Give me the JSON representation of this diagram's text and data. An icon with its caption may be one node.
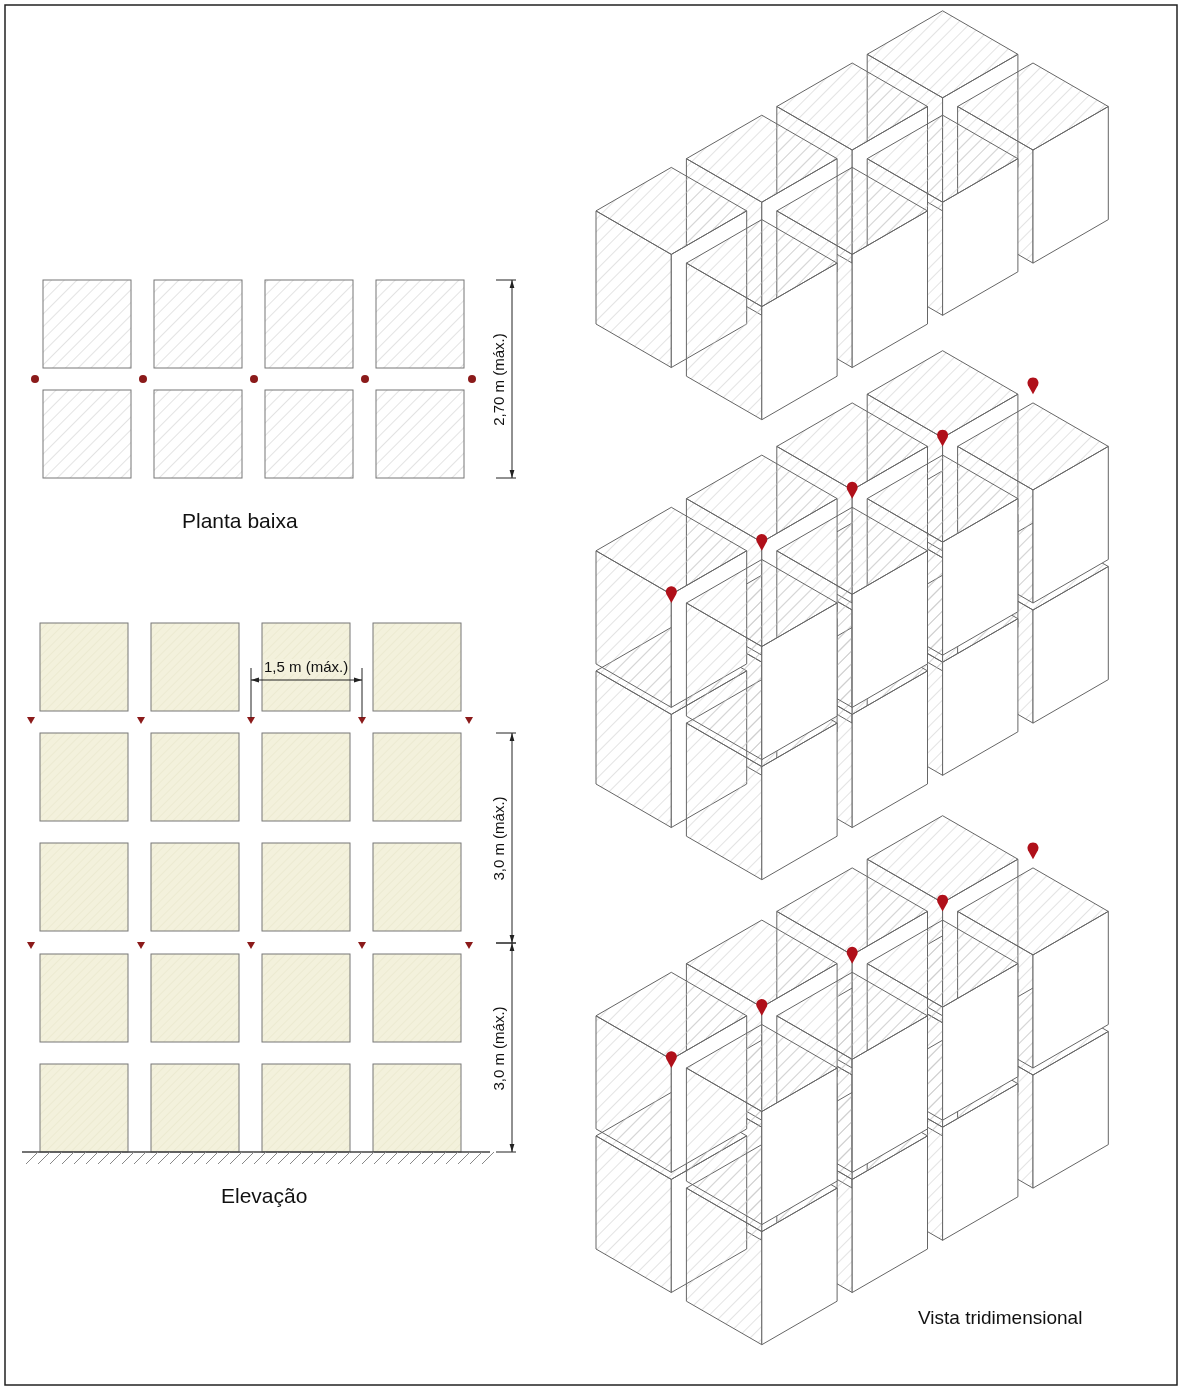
{
  "diagram": {
    "labels": [
      "2,70 m (máx.)",
      "Planta baixa",
      "1,5 m (máx.)",
      "3,0 m (máx.)",
      "3,0 m (máx.)",
      "Elevação",
      "Vista tridimensional"
    ]
  }
}
